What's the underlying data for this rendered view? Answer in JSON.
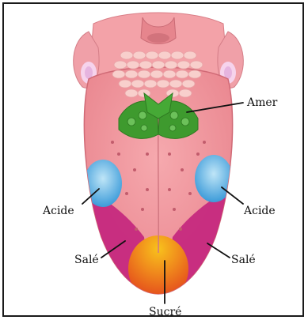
{
  "labels": {
    "bitter": "Amer",
    "sour_left": "Acide",
    "sour_right": "Acide",
    "salty_left": "Salé",
    "salty_right": "Salé",
    "sweet": "Sucré"
  },
  "colors": {
    "tongue": "#f2949d",
    "tongue_edge": "#e2767f",
    "throat": "#f4a8ae",
    "papillae": "#f7c7c6",
    "bitter": "#3e9a2e",
    "sour": "#4aa9e0",
    "salty": "#c4267e",
    "sweet_outer": "#e84a1f",
    "sweet_inner": "#f8c21c"
  }
}
